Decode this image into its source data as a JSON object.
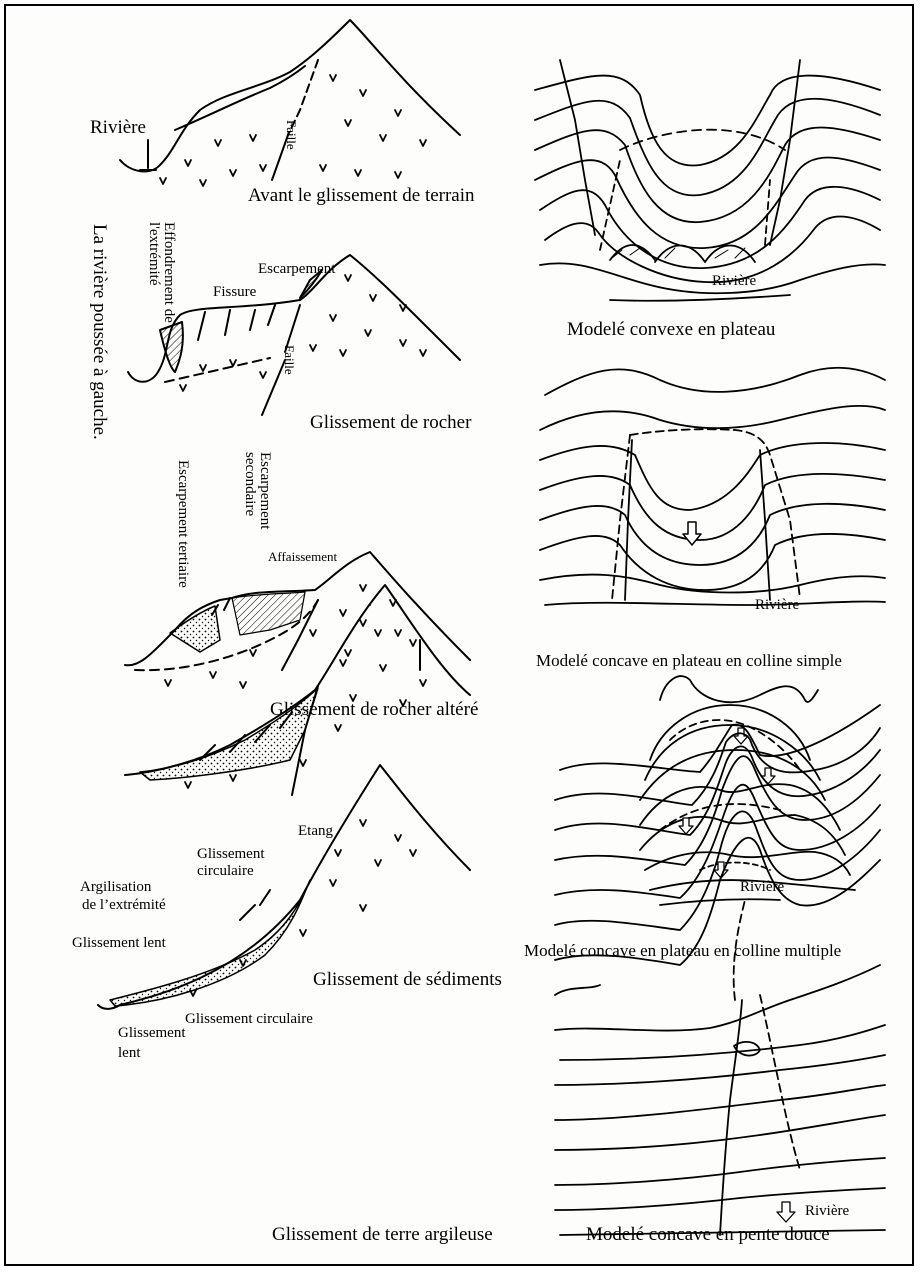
{
  "left": {
    "panel1": {
      "caption": "Avant le glissement de terrain",
      "river": "Rivière",
      "fault": "Faille"
    },
    "panel2": {
      "caption": "Glissement de rocher",
      "side_note": "La rivière poussée à gauche.",
      "collapse": "Effondrement de l'extrémité",
      "crack": "Fissure",
      "scarp": "Escarpement",
      "fault": "Faille"
    },
    "panel3": {
      "caption": "Glissement de rocher altéré",
      "tertiary_scarp": "Escarpement tertiaire",
      "secondary_scarp": "Escarpement secondaire",
      "subsidence": "Affaissement"
    },
    "panel4": {
      "caption": "Glissement de sédiments",
      "pond": "Etang",
      "circular_slide_a": "Glissement",
      "circular_slide_b": "circulaire",
      "clay_a": "Argilisation",
      "clay_b": "de l’extrémité",
      "slow_slide": "Glissement lent"
    },
    "panel5": {
      "caption": "Glissement de terre argileuse",
      "circular_slide": "Glissement circulaire",
      "slow_a": "Glissement",
      "slow_b": "lent"
    }
  },
  "right": {
    "panel1": {
      "caption": "Modelé convexe en plateau",
      "river": "Rivière"
    },
    "panel2": {
      "caption": "Modelé concave en plateau en colline simple",
      "river": "Rivière"
    },
    "panel3": {
      "caption": "Modelé concave en plateau en colline multiple",
      "river": "Rivière"
    },
    "panel4": {
      "caption": "Modelé concave en pente douce",
      "river": "Rivière"
    }
  }
}
